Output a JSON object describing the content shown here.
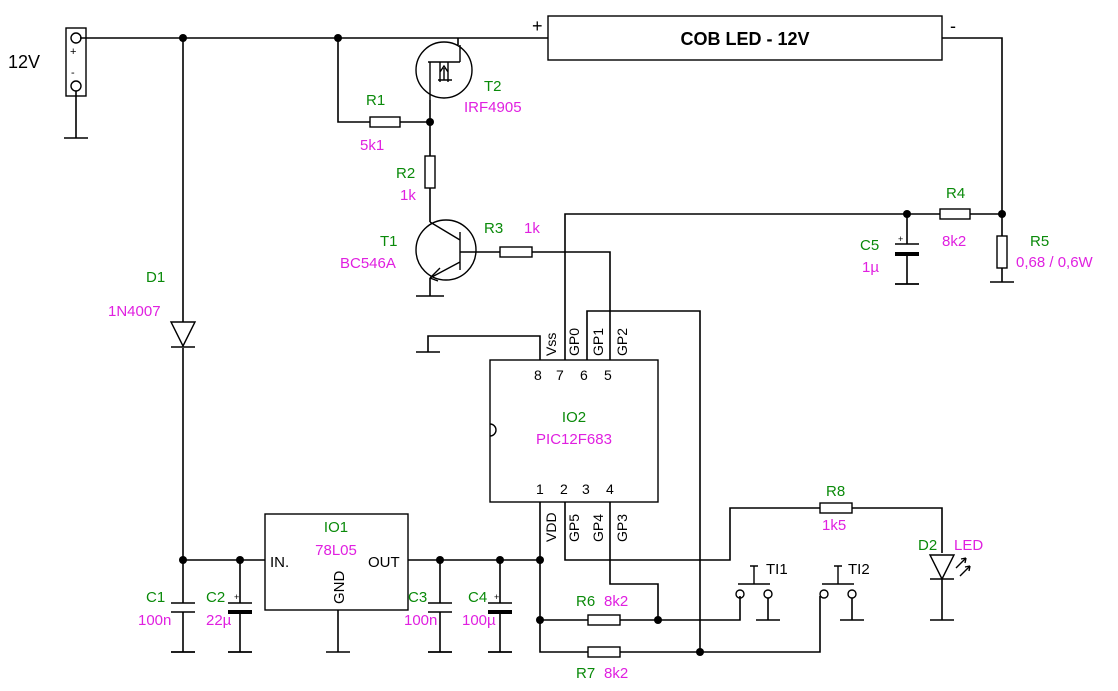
{
  "supply": {
    "label": "12V",
    "plus": "+",
    "minus": "-"
  },
  "led_strip": {
    "name": "COB  LED - 12V",
    "plus": "+",
    "minus": "-"
  },
  "components": {
    "R1": {
      "ref": "R1",
      "value": "5k1"
    },
    "R2": {
      "ref": "R2",
      "value": "1k"
    },
    "R3": {
      "ref": "R3",
      "value": "1k"
    },
    "R4": {
      "ref": "R4",
      "value": "8k2"
    },
    "R5": {
      "ref": "R5",
      "value": "0,68 / 0,6W"
    },
    "R6": {
      "ref": "R6",
      "value": "8k2"
    },
    "R7": {
      "ref": "R7",
      "value": "8k2"
    },
    "R8": {
      "ref": "R8",
      "value": "1k5"
    },
    "T1": {
      "ref": "T1",
      "value": "BC546A"
    },
    "T2": {
      "ref": "T2",
      "value": "IRF4905"
    },
    "D1": {
      "ref": "D1",
      "value": "1N4007"
    },
    "D2": {
      "ref": "D2",
      "value": "LED"
    },
    "C1": {
      "ref": "C1",
      "value": "100n"
    },
    "C2": {
      "ref": "C2",
      "value": "22µ"
    },
    "C3": {
      "ref": "C3",
      "value": "100n"
    },
    "C4": {
      "ref": "C4",
      "value": "100µ"
    },
    "C5": {
      "ref": "C5",
      "value": "1µ"
    },
    "IO1": {
      "ref": "IO1",
      "value": "78L05",
      "pin_in": "IN.",
      "pin_gnd": "GND",
      "pin_out": "OUT"
    },
    "IO2": {
      "ref": "IO2",
      "value": "PIC12F683"
    },
    "TI1": {
      "ref": "TI1"
    },
    "TI2": {
      "ref": "TI2"
    }
  },
  "ic_pins": {
    "top_names": [
      "Vss",
      "GP0",
      "GP1",
      "GP2"
    ],
    "top_numbers": [
      "8",
      "7",
      "6",
      "5"
    ],
    "bottom_numbers": [
      "1",
      "2",
      "3",
      "4"
    ],
    "bottom_names": [
      "VDD",
      "GP5",
      "GP4",
      "GP3"
    ]
  }
}
